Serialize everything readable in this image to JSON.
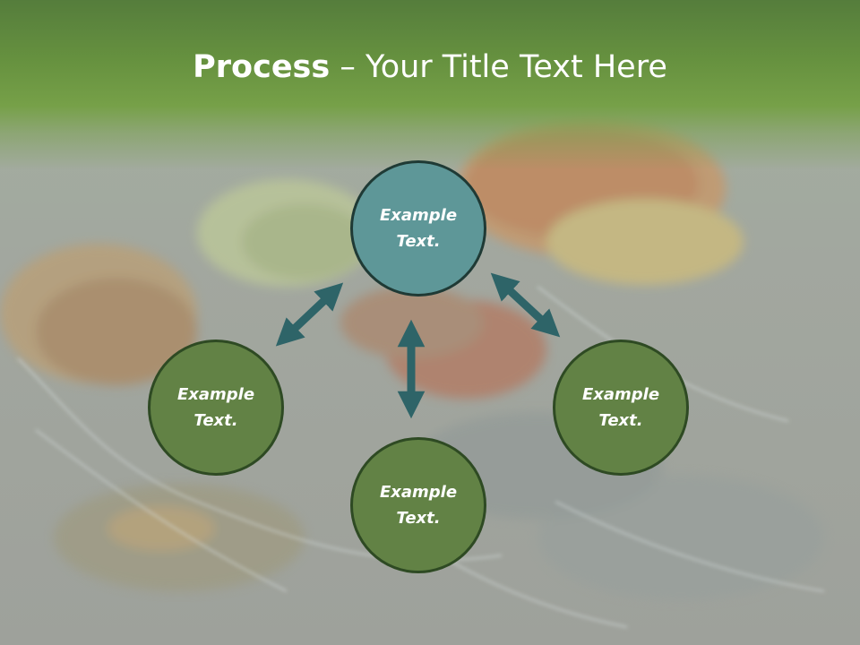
{
  "title": {
    "bold": "Process",
    "rest": " – Your Title Text Here"
  },
  "nodes": [
    {
      "line1": "Example",
      "line2": "Text."
    },
    {
      "line1": "Example",
      "line2": "Text."
    },
    {
      "line1": "Example",
      "line2": "Text."
    },
    {
      "line1": "Example",
      "line2": "Text."
    }
  ],
  "colors": {
    "header": "#66913f",
    "node_top": "#5e9798",
    "node_other": "#628245",
    "arrow": "#2e6468"
  }
}
